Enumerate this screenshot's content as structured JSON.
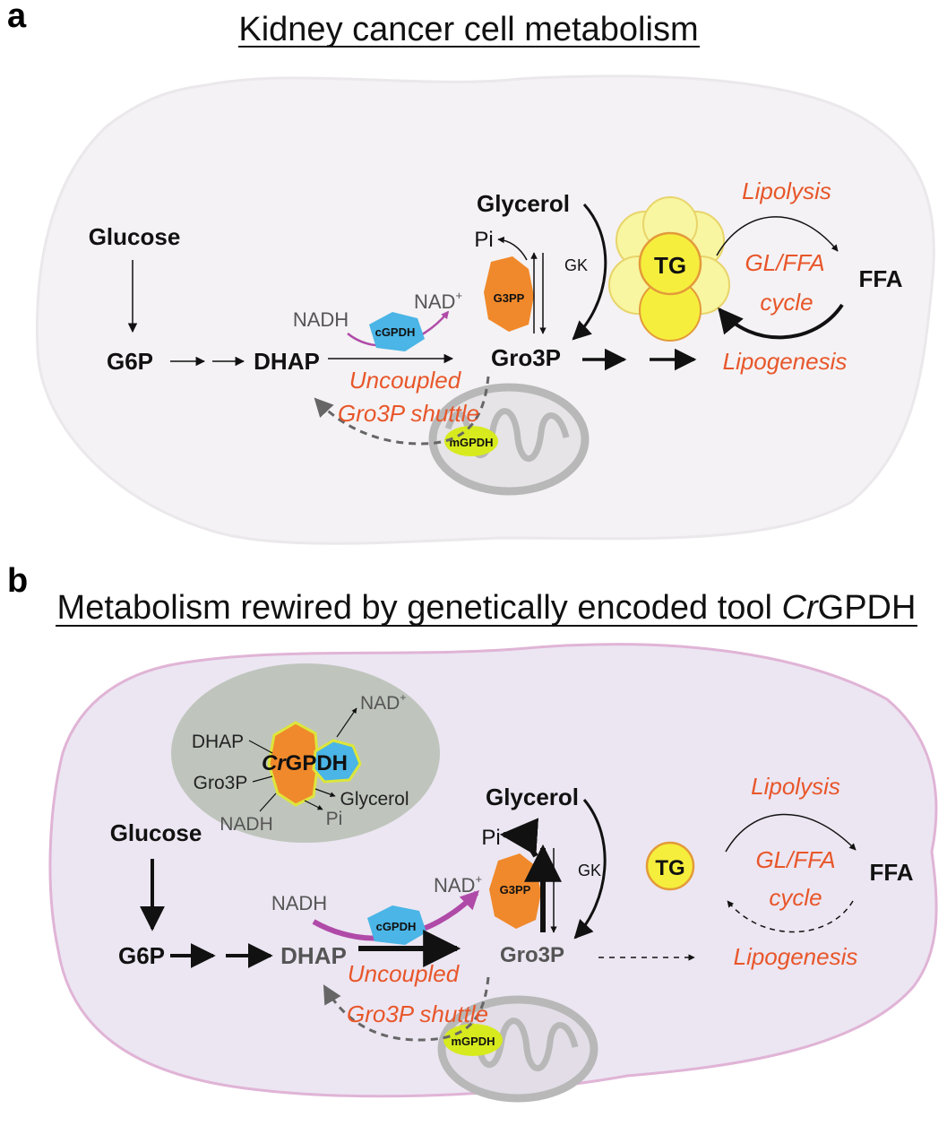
{
  "panel_a": {
    "letter": "a",
    "title": "Kidney cancer cell metabolism",
    "glucose": "Glucose",
    "g6p": "G6P",
    "dhap": "DHAP",
    "nadh": "NADH",
    "nad_base": "NAD",
    "nad_sup": "+",
    "cgpdh": "cGPDH",
    "uncoupled": "Uncoupled",
    "shuttle": "Gro3P shuttle",
    "mgpdh": "mGPDH",
    "glycerol": "Glycerol",
    "pi": "Pi",
    "g3pp": "G3PP",
    "gk": "GK",
    "gro3p": "Gro3P",
    "tg": "TG",
    "lipolysis": "Lipolysis",
    "cycle_1": "GL/FFA",
    "cycle_2": "cycle",
    "ffa": "FFA",
    "lipogenesis": "Lipogenesis"
  },
  "panel_b": {
    "letter": "b",
    "title_main": "Metabolism rewired by genetically encoded tool ",
    "title_italic": "Cr",
    "title_end": "GPDH",
    "inset": {
      "dhap": "DHAP",
      "gro3p": "Gro3P",
      "nadh": "NADH",
      "enzyme_italic": "Cr",
      "enzyme_rest": "GPDH",
      "nad_base": "NAD",
      "nad_sup": "+",
      "glycerol": "Glycerol",
      "pi": "Pi"
    },
    "glucose": "Glucose",
    "g6p": "G6P",
    "dhap": "DHAP",
    "nadh": "NADH",
    "nad_base": "NAD",
    "nad_sup": "+",
    "cgpdh": "cGPDH",
    "uncoupled": "Uncoupled",
    "shuttle": "Gro3P shuttle",
    "mgpdh": "mGPDH",
    "glycerol": "Glycerol",
    "pi": "Pi",
    "g3pp": "G3PP",
    "gk": "GK",
    "gro3p": "Gro3P",
    "tg": "TG",
    "lipolysis": "Lipolysis",
    "cycle_1": "GL/FFA",
    "cycle_2": "cycle",
    "ffa": "FFA",
    "lipogenesis": "Lipogenesis"
  },
  "colors": {
    "cell_a": "#f4f2f4",
    "cell_b": "#ece6f2",
    "cell_b_border": "#e0b4d6",
    "inset": "#bfc5bd",
    "enzyme_orange": "#f0892b",
    "enzyme_blue": "#4ab5e6",
    "mgpdh_green": "#d7ea1e",
    "tg_yellow": "#f6ee3c",
    "tg_pale": "#f8f6a0",
    "purple_arrow": "#b04aa8",
    "red_text": "#e8562a"
  }
}
